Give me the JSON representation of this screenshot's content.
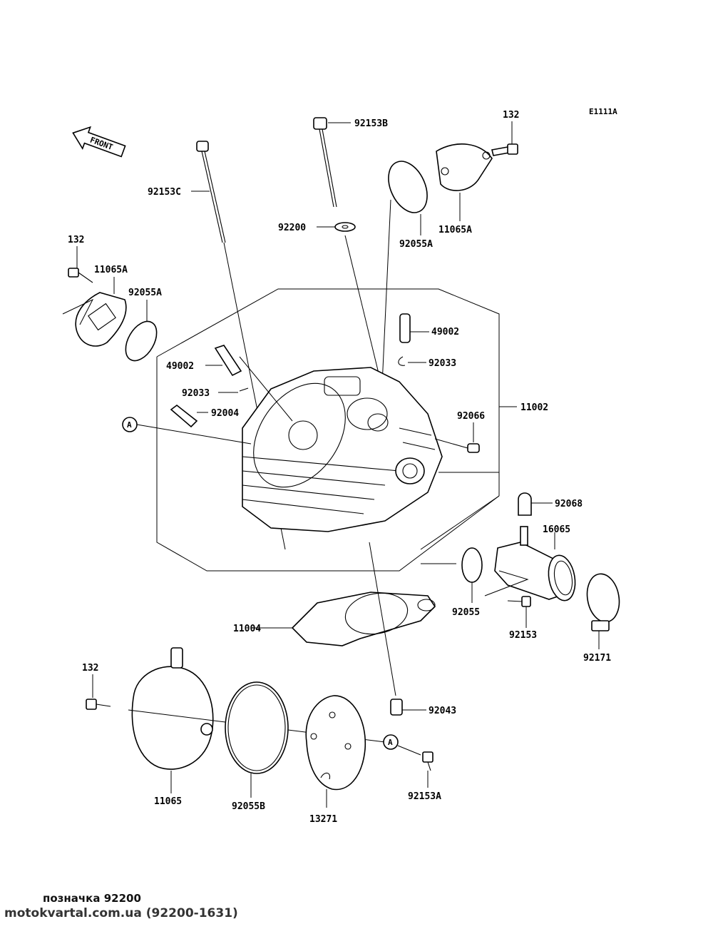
{
  "diagram_code": "E1111A",
  "front_label": "FRONT",
  "callout_a": "A",
  "parts": {
    "p92153B": "92153B",
    "p132_top": "132",
    "p92153C": "92153C",
    "p92200": "92200",
    "p92055A_top": "92055A",
    "p11065A_top": "11065A",
    "p132_left": "132",
    "p11065A_left": "11065A",
    "p92055A_left": "92055A",
    "p49002_right": "49002",
    "p92033_right": "92033",
    "p49002_left": "49002",
    "p92033_left": "92033",
    "p92004": "92004",
    "p92066": "92066",
    "p11002": "11002",
    "p92068": "92068",
    "p16065": "16065",
    "p92055": "92055",
    "p92153": "92153",
    "p92171": "92171",
    "p11004": "11004",
    "p132_bottom": "132",
    "p92043": "92043",
    "p11065": "11065",
    "p92055B": "92055B",
    "p13271": "13271",
    "p92153A": "92153A"
  },
  "footer": {
    "title": "позначка 92200",
    "site": "motokvartal.com.ua (92200-1631)"
  }
}
